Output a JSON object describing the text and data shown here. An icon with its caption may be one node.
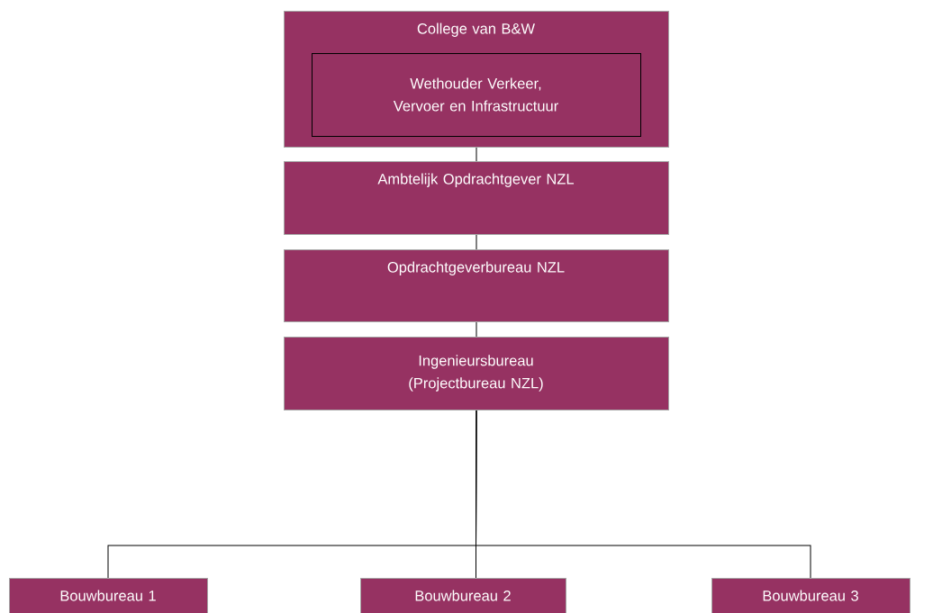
{
  "diagram": {
    "nodes": [
      {
        "text": [
          "College van B&W"
        ]
      },
      {
        "text": [
          "Wethouder Verkeer, Vervoer en Infrastructuur"
        ],
        "in": 0
      },
      {
        "text": [
          "Ambtelijk Opdrachtgever NZL"
        ]
      },
      {
        "text": [
          "Opdrachtgeverbureau NZL"
        ]
      },
      {
        "text": [
          "Ingenieursbureau (Projectbureau NZL)"
        ]
      },
      {
        "text": [
          "Bouwbureau 1"
        ]
      },
      {
        "text": [
          "Bouwbureau 2"
        ]
      },
      {
        "text": [
          "Bouwbureau 3"
        ]
      }
    ],
    "edges": [
      {
        "from": 0,
        "to": 2,
        "arrow": "none"
      },
      {
        "from": 2,
        "to": 3,
        "arrow": "none"
      },
      {
        "from": 3,
        "to": 4,
        "arrow": "none"
      },
      {
        "from": 4,
        "to": 5,
        "arrow": "none"
      },
      {
        "from": 4,
        "to": 6,
        "arrow": "none"
      },
      {
        "from": 4,
        "to": 7,
        "arrow": "none"
      }
    ]
  }
}
